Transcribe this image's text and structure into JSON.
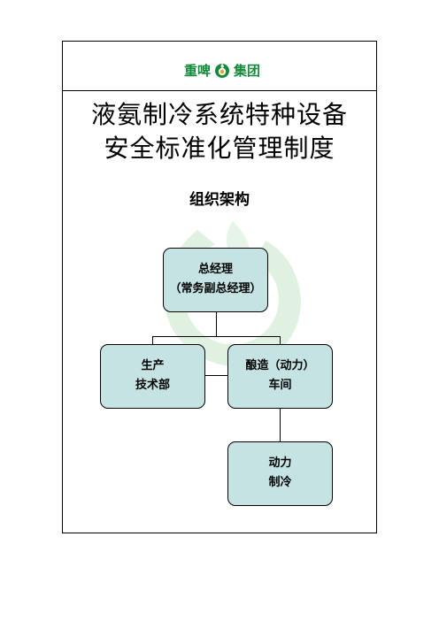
{
  "header": {
    "logo_left": "重啤",
    "logo_right": "集团",
    "brand_color": "#138a3a"
  },
  "title_line1": "液氨制冷系统特种设备",
  "title_line2": "安全标准化管理制度",
  "subtitle": "组织架构",
  "org": {
    "top": {
      "line1": "总经理",
      "line2": "（常务副总经理）"
    },
    "left": {
      "line1": "生产",
      "line2": "技术部"
    },
    "right": {
      "line1": "酿造（动力）",
      "line2": "车间"
    },
    "bottom": {
      "line1": "动力",
      "line2": "制冷"
    },
    "box_color": "#c5e3e3"
  }
}
